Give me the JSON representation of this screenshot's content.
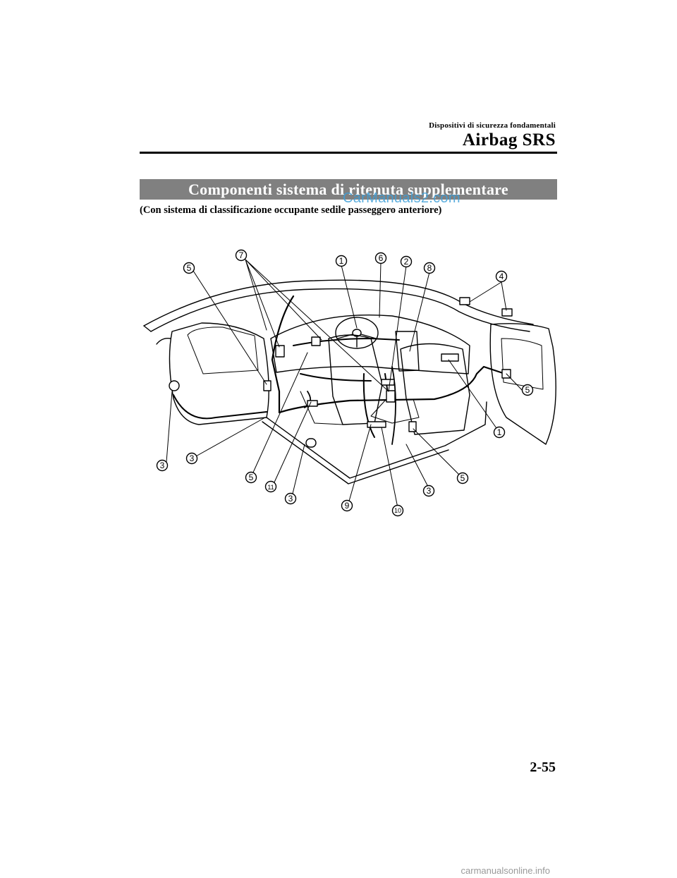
{
  "header": {
    "section_label": "Dispositivi di sicurezza fondamentali",
    "chapter_title": "Airbag SRS"
  },
  "banner_title": "Componenti sistema di ritenuta supplementare",
  "watermark_text": "CarManuals2.com",
  "subtitle": "(Con sistema di classificazione occupante sedile passeggero anteriore)",
  "diagram": {
    "callouts": [
      "1",
      "6",
      "2",
      "8",
      "7",
      "5",
      "4",
      "5",
      "1",
      "3",
      "3",
      "5",
      "11",
      "3",
      "9",
      "10",
      "3",
      "5"
    ]
  },
  "page_number": "2-55",
  "footer_site": "carmanualsonline.info"
}
